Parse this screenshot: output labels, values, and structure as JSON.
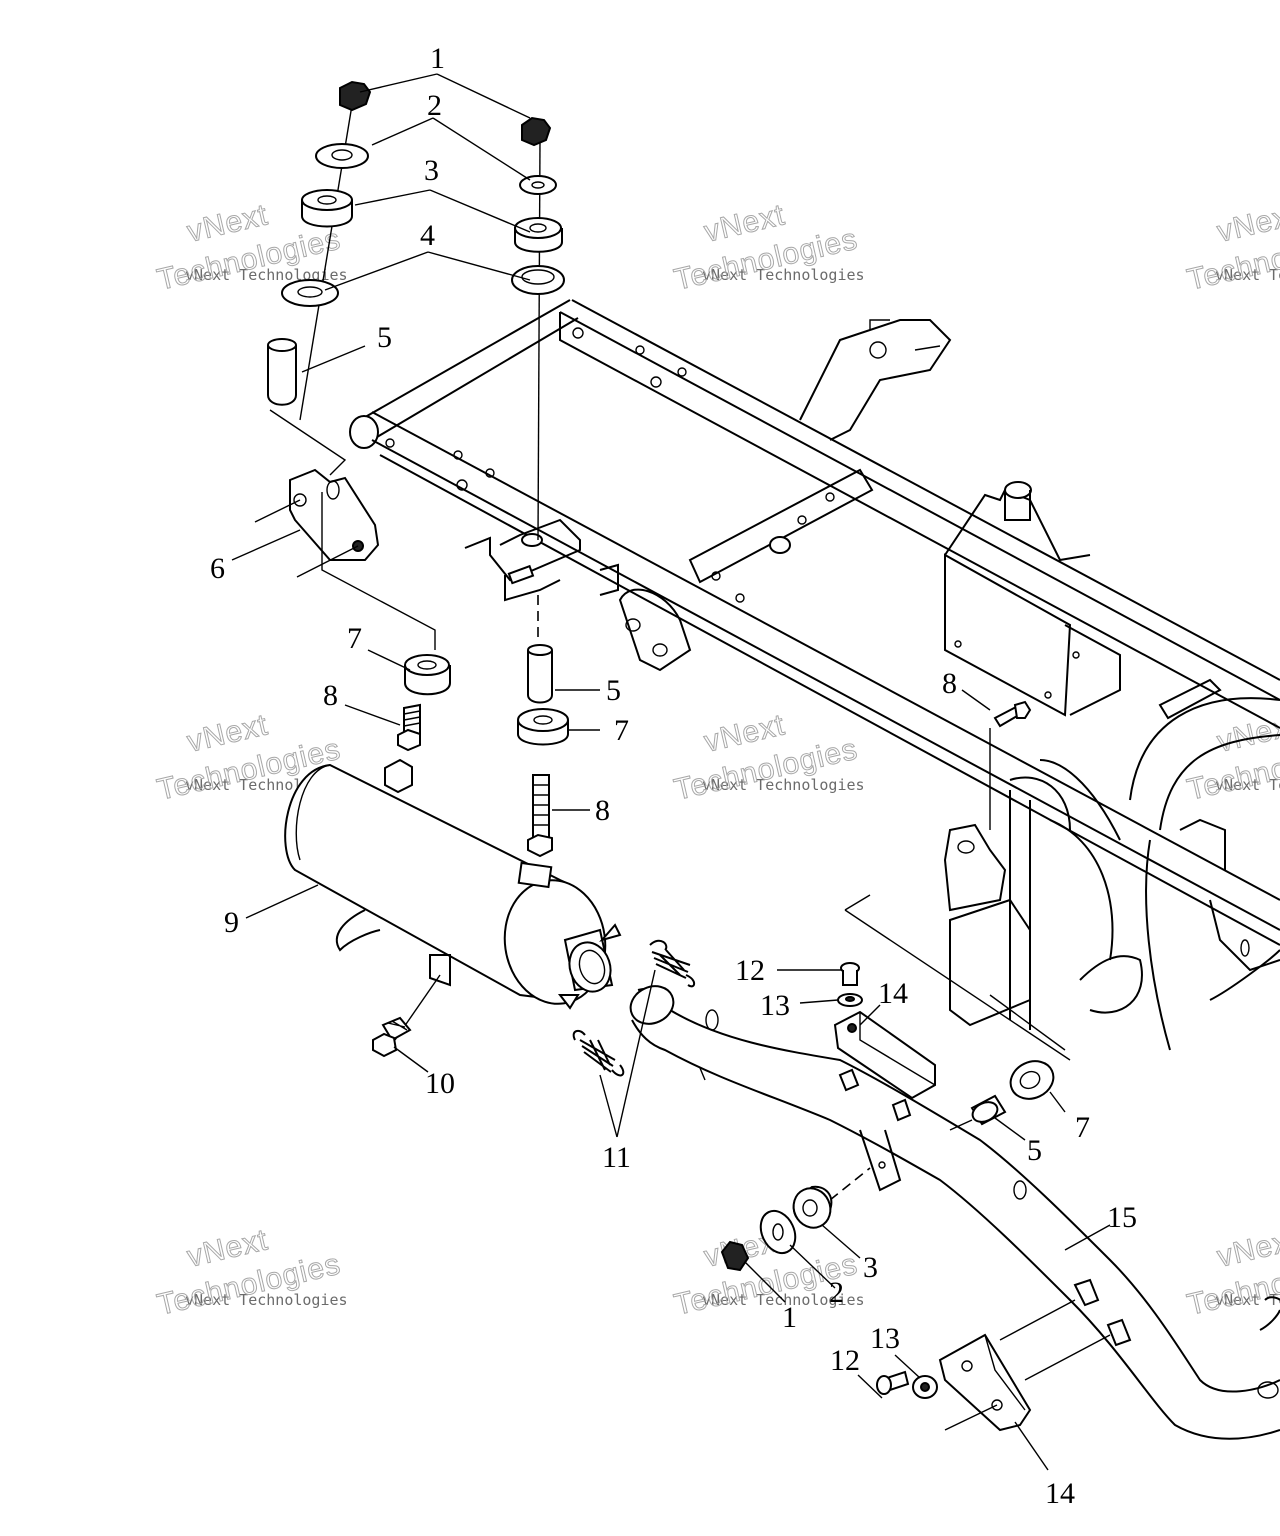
{
  "diagram": {
    "callouts": [
      "1",
      "2",
      "3",
      "4",
      "5",
      "6",
      "7",
      "8",
      "5",
      "7",
      "8",
      "8",
      "9",
      "10",
      "11",
      "12",
      "13",
      "14",
      "7",
      "5",
      "15",
      "3",
      "2",
      "1",
      "12",
      "13",
      "14"
    ],
    "watermark": {
      "line1": "vNext Technologies",
      "line2": "Technologies",
      "line3": "vNext"
    },
    "colors": {
      "ink": "#000000",
      "paper": "#ffffff",
      "watermark": "#a8a8a8"
    }
  }
}
